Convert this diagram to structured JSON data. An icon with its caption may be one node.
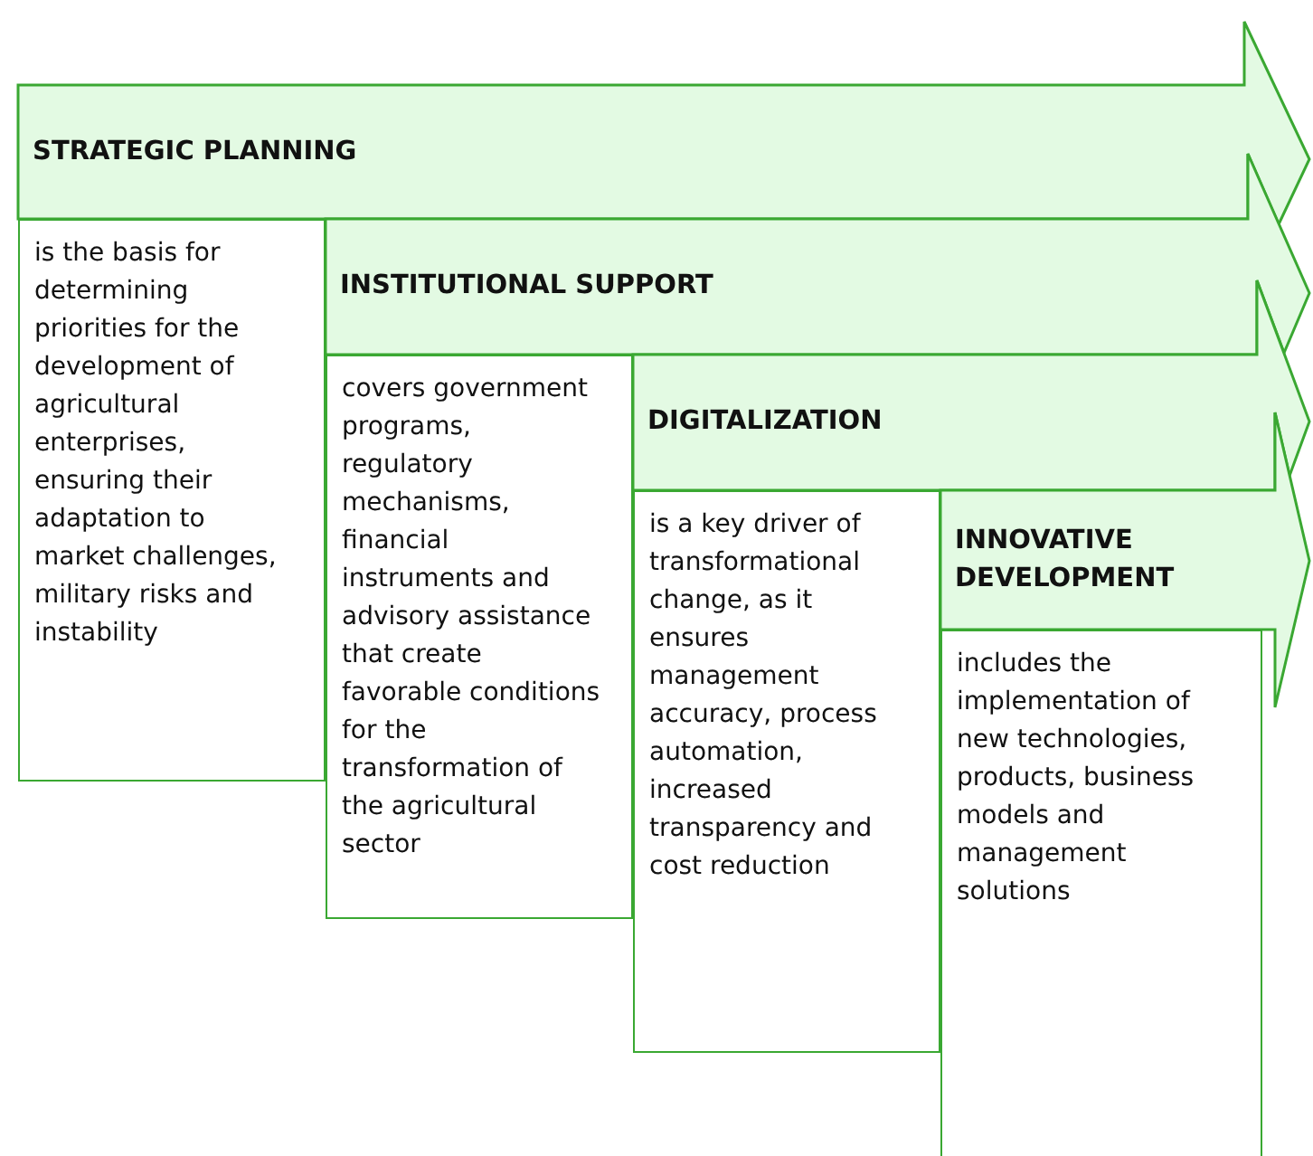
{
  "diagram": {
    "nodes": [
      {
        "text": [
          "STRATEGIC PLANNING"
        ]
      },
      {
        "text": [
          "is the basis for determining priorities for the development of agricultural enterprises, ensuring their adaptation to market challenges, military risks and instability"
        ]
      },
      {
        "text": [
          "INSTITUTIONAL SUPPORT"
        ]
      },
      {
        "text": [
          "covers government programs, regulatory mechanisms, financial instruments and advisory assistance that create favorable conditions for the transformation of the agricultural sector"
        ]
      },
      {
        "text": [
          "DIGITALIZATION"
        ]
      },
      {
        "text": [
          "is a key driver of transformational change, as it ensures management accuracy, process automation, increased transparency and cost reduction"
        ]
      },
      {
        "text": [
          "INNOVATIVE DEVELOPMENT"
        ]
      },
      {
        "text": [
          "includes the implementation of new technologies, products, business models and management solutions"
        ]
      }
    ]
  }
}
